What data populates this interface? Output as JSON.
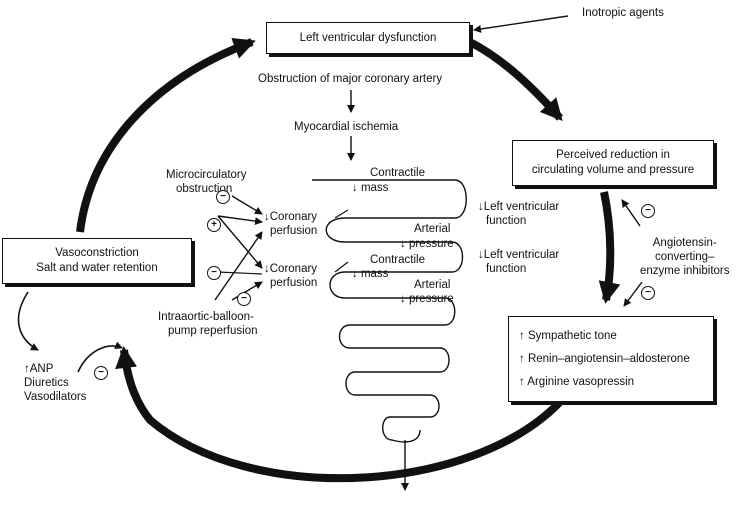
{
  "boxes": {
    "lv_dysfunction": "Left ventricular dysfunction",
    "perceived_reduction": [
      "Perceived reduction in",
      "circulating volume and pressure"
    ],
    "vasoconstriction": [
      "Vasoconstriction",
      "Salt and water retention"
    ],
    "neurohormonal": [
      "↑ Sympathetic tone",
      "↑ Renin–angiotensin–aldosterone",
      "↑ Arginine vasopressin"
    ]
  },
  "labels": {
    "inotropic_agents": "Inotropic agents",
    "obstruction": "Obstruction of major coronary artery",
    "ischemia": "Myocardial ischemia",
    "contractile_1": "Contractile",
    "mass_1": "↓ mass",
    "contractile_2": "Contractile",
    "mass_2": "↓ mass",
    "arterial_1": "Arterial",
    "pressure_1": "↓ pressure",
    "arterial_2": "Arterial",
    "pressure_2": "↓ pressure",
    "lv_function_1": [
      "↓Left ventricular",
      "function"
    ],
    "lv_function_2": [
      "↓Left ventricular",
      "function"
    ],
    "microcirculatory": [
      "Microcirculatory",
      "obstruction"
    ],
    "coronary_perfusion_1": [
      "↓Coronary",
      "perfusion"
    ],
    "coronary_perfusion_2": [
      "↓Coronary",
      "perfusion"
    ],
    "iabp": [
      "Intraaortic-balloon-",
      "pump reperfusion"
    ],
    "ace_inhibitors": [
      "Angiotensin-",
      "converting–",
      "enzyme inhibitors"
    ],
    "therapy_left": [
      "↑ANP",
      "Diuretics",
      "Vasodilators"
    ]
  },
  "signs": {
    "plus": "+",
    "minus": "−"
  }
}
